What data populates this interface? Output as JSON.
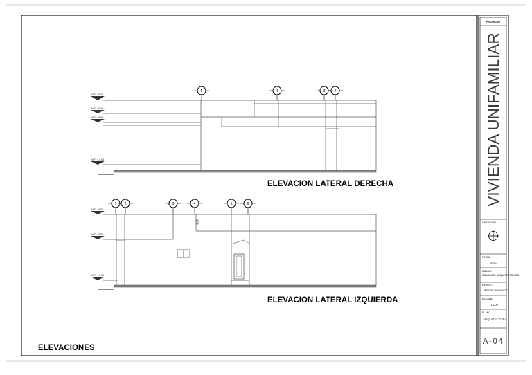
{
  "titles": {
    "right_elevation": "ELEVACION LATERAL DERECHA",
    "left_elevation": "ELEVACION LATERAL IZQUIERDA",
    "sheet_name": "ELEVACIONES"
  },
  "title_block": {
    "proyecto_label": "PROYECTO",
    "project_name": "VIVIENDA UNIFAMILIAR",
    "ubicacion_label": "UBICACION",
    "fecha_label": "FECHA",
    "fecha_value": "2020",
    "dibujo_label": "DIBUJO:",
    "dibujo_value": "DIBUJANTE ARQUITECTONICO",
    "revisado_label": "REVISO:",
    "revisado_value": "JEFE DE PROYECTO",
    "escala_label": "ESCALA:",
    "escala_value": "1:100",
    "plano_label": "PLANO",
    "plano_value": "ARQUITECTURA",
    "sheet_number": "A-04"
  },
  "axes_top": [
    "5",
    "4",
    "3",
    "2"
  ],
  "axes_bottom": [
    "1",
    "2",
    "3",
    "4",
    "5",
    "6"
  ],
  "level_labels": {
    "top_e1": "NPT +8.20",
    "top_e2": "NPT +6.20",
    "top_e3": "NPT +5.60",
    "top_e4": "NPT ± 0.00",
    "bot_e1": "NPT +8.20",
    "bot_e2": "NPT +5.50",
    "bot_e3": "NPT ± 0.00"
  }
}
